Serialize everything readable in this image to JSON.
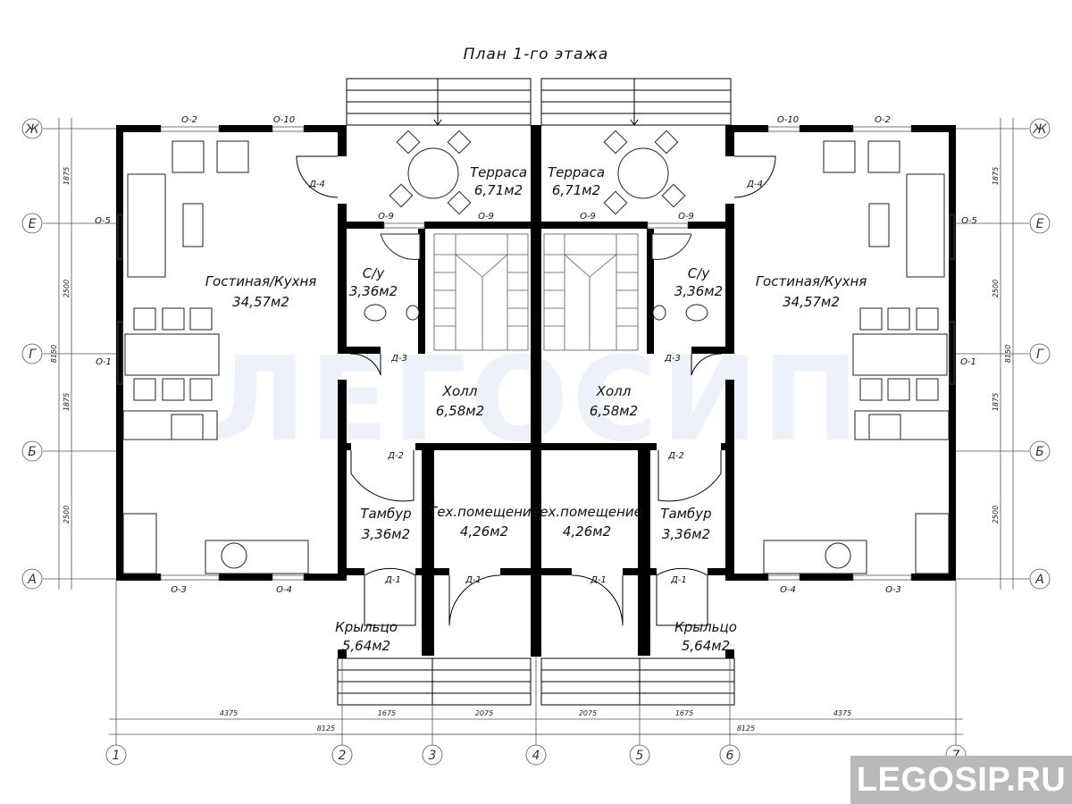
{
  "title": "План   1-го  этажа",
  "watermark": "ЛЕГОСИП",
  "brand": "LEGOSIP.RU",
  "rooms": {
    "terrace_left": {
      "name": "Терраса",
      "area": "6,71м2"
    },
    "terrace_right": {
      "name": "Терраса",
      "area": "6,71м2"
    },
    "living_left": {
      "name": "Гостиная/Кухня",
      "area": "34,57м2"
    },
    "living_right": {
      "name": "Гостиная/Кухня",
      "area": "34,57м2"
    },
    "wc_left": {
      "name": "С/у",
      "area": "3,36м2"
    },
    "wc_right": {
      "name": "С/у",
      "area": "3,36м2"
    },
    "hall_left": {
      "name": "Холл",
      "area": "6,58м2"
    },
    "hall_right": {
      "name": "Холл",
      "area": "6,58м2"
    },
    "vest_left": {
      "name": "Тамбур",
      "area": "3,36м2"
    },
    "vest_right": {
      "name": "Тамбур",
      "area": "3,36м2"
    },
    "tech_left": {
      "name": "Тех.помещение",
      "area": "4,26м2"
    },
    "tech_right": {
      "name": "Тех.помещение",
      "area": "4,26м2"
    },
    "porch_left": {
      "name": "Крыльцо",
      "area": "5,64м2"
    },
    "porch_right": {
      "name": "Крыльцо",
      "area": "5,64м2"
    }
  },
  "labels": {
    "o2": "О-2",
    "o10": "О-10",
    "o5": "О-5",
    "o1": "О-1",
    "o3": "О-3",
    "o4": "О-4",
    "o9": "О-9",
    "d1": "Д-1",
    "d2": "Д-2",
    "d3": "Д-3",
    "d4": "Д-4"
  },
  "axes_rows": [
    "Ж",
    "Е",
    "Г",
    "Б",
    "А"
  ],
  "axes_cols": [
    "1",
    "2",
    "3",
    "4",
    "5",
    "6",
    "7"
  ],
  "dims_left": [
    "1875",
    "2500",
    "1875",
    "2500",
    "8150"
  ],
  "dims_right": [
    "1875",
    "2500",
    "1875",
    "2500",
    "8150"
  ],
  "dims_bottom": [
    "4375",
    "1675",
    "2075",
    "2075",
    "1675",
    "4375",
    "8125",
    "8125"
  ]
}
